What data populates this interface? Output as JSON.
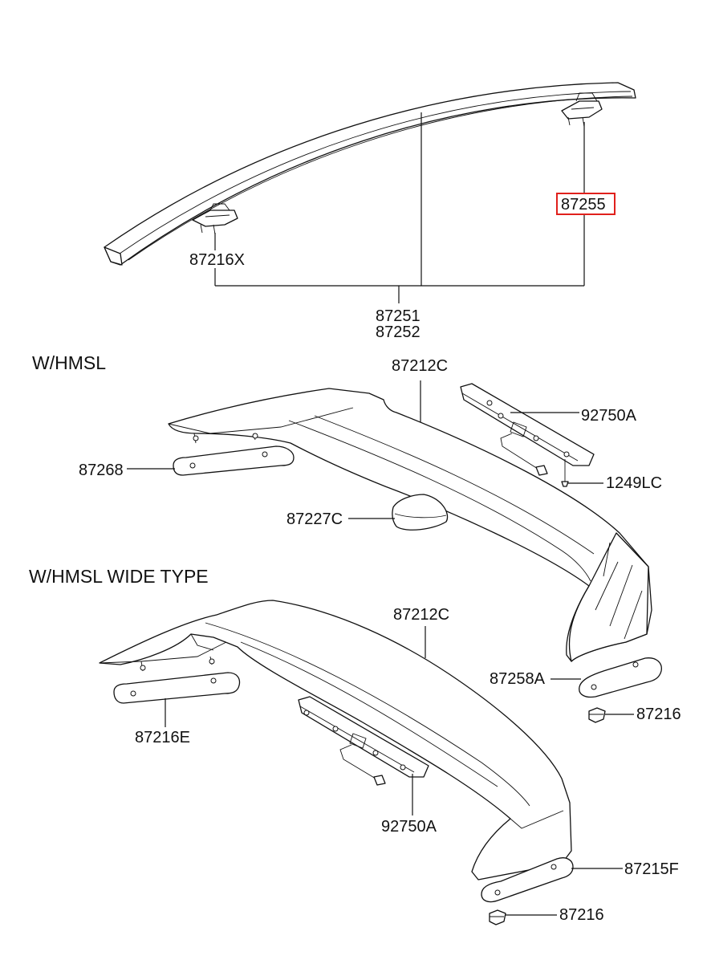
{
  "labels": {
    "p87216X": "87216X",
    "p87255": "87255",
    "p87251": "87251",
    "p87252": "87252",
    "p87212C_a": "87212C",
    "p92750A_a": "92750A",
    "p87268": "87268",
    "p1249LC": "1249LC",
    "p87227C": "87227C",
    "p87212C_b": "87212C",
    "p87258A": "87258A",
    "p87216_a": "87216",
    "p87216E": "87216E",
    "p92750A_b": "92750A",
    "p87215F": "87215F",
    "p87216_b": "87216"
  },
  "sections": {
    "hmsl": "W/HMSL",
    "hmsl_wide": "W/HMSL WIDE TYPE"
  },
  "highlight": {
    "part": "87255",
    "color": "#e0201c"
  }
}
